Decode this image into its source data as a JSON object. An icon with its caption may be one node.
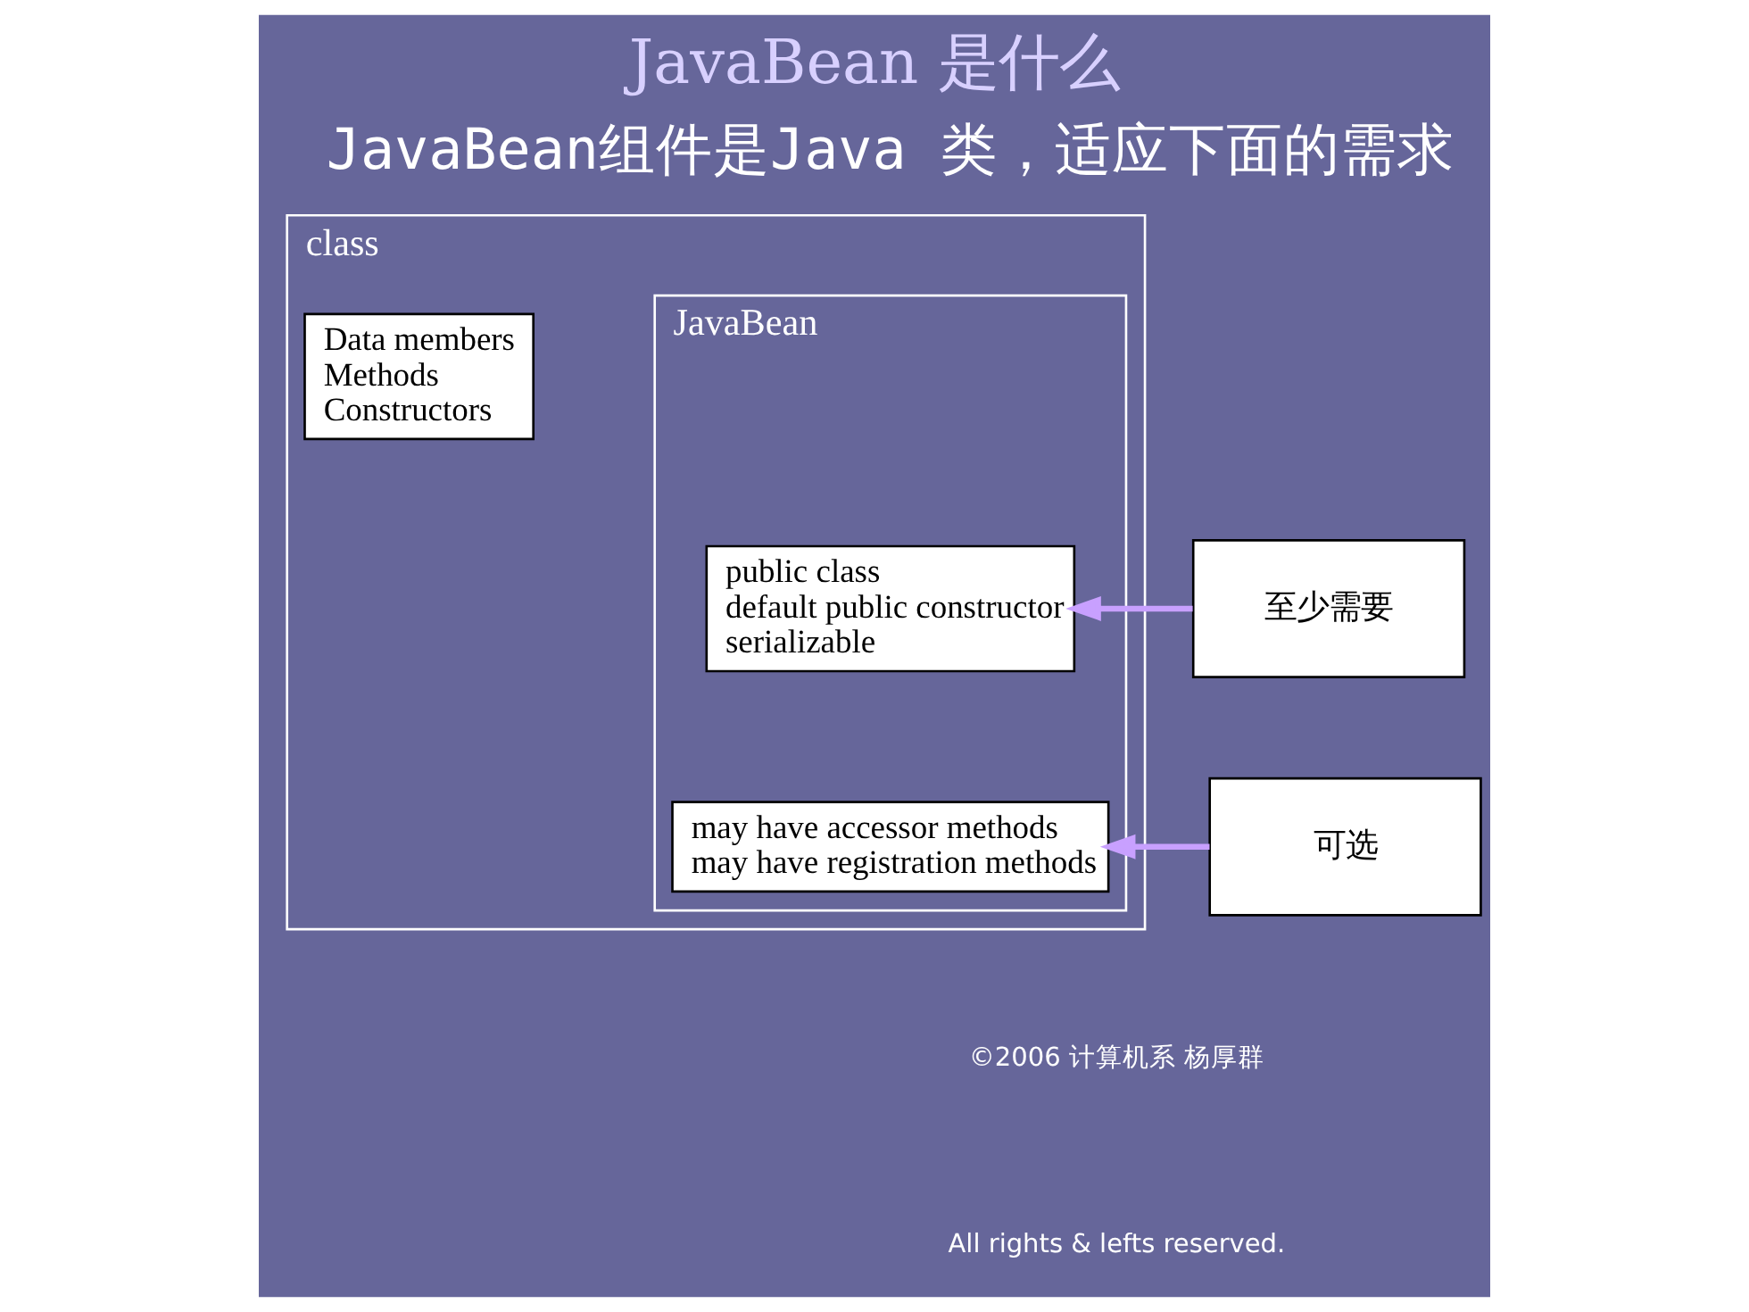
{
  "diagram": {
    "title": "JavaBean 是什么",
    "nodes": [
      {
        "text": [
          "class"
        ]
      },
      {
        "text": [
          "Data members Methods Constructors"
        ],
        "in": 0
      },
      {
        "text": [
          "JavaBean"
        ],
        "in": 0
      },
      {
        "text": [
          "public class default public constructor serializable"
        ],
        "in": 2
      },
      {
        "text": [
          "may have accessor methods may have registration methods"
        ],
        "in": 2
      },
      {
        "text": [
          "至少需要"
        ]
      },
      {
        "text": [
          "可选"
        ]
      }
    ],
    "edges": [
      {
        "from": 5,
        "to": 3,
        "arrow": "to"
      },
      {
        "from": 6,
        "to": 4,
        "arrow": "to"
      }
    ],
    "labels": [
      "JavaBean组件是Java 类，适应下面的需求",
      "©2006 计算机系 杨厚群",
      "All rights & lefts reserved."
    ]
  }
}
